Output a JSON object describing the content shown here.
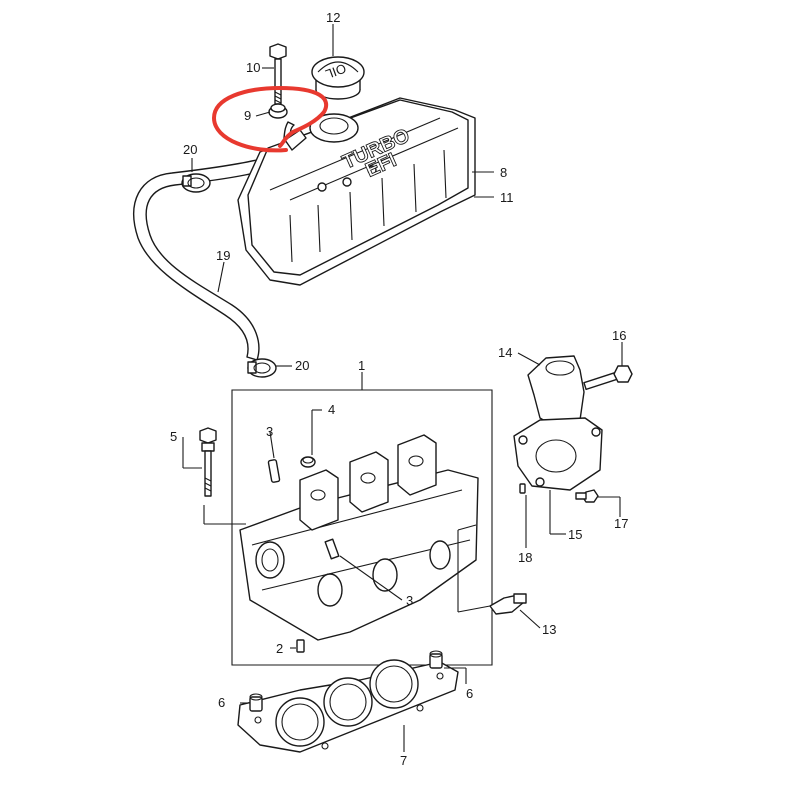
{
  "callouts": {
    "c1": "1",
    "c2": "2",
    "c3a": "3",
    "c3b": "3",
    "c4": "4",
    "c5": "5",
    "c6a": "6",
    "c6b": "6",
    "c7": "7",
    "c8": "8",
    "c9": "9",
    "c10": "10",
    "c11": "11",
    "c12": "12",
    "c13": "13",
    "c14": "14",
    "c15": "15",
    "c16": "16",
    "c17": "17",
    "c18": "18",
    "c19": "19",
    "c20a": "20",
    "c20b": "20"
  },
  "cover_text": {
    "line1": "TURBO",
    "line2": "EFI"
  },
  "cap_text": "OIL",
  "colors": {
    "highlight": "#e8392f",
    "line": "#1a1a1a",
    "background": "#ffffff"
  },
  "highlight_target": "9"
}
